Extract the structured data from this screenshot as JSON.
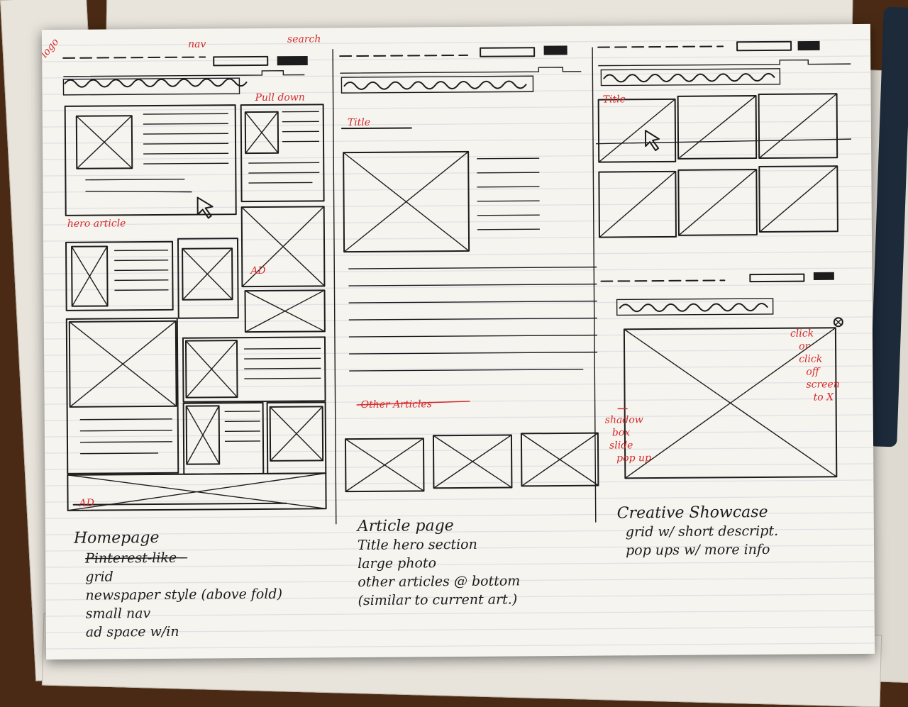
{
  "annotations": {
    "logo": "logo",
    "nav": "nav",
    "search": "search",
    "pulldown": "Pull down",
    "hero_article": "hero article",
    "ad1": "AD",
    "ad2": "AD",
    "title": "Title",
    "other_articles": "Other Articles",
    "title_showcase": "Title",
    "click_note": [
      "click",
      "or",
      "click",
      "off",
      "screen",
      "to X"
    ],
    "shadow_box": [
      "shadow",
      "box",
      "slide",
      "pop up"
    ]
  },
  "notes": {
    "homepage": {
      "title": "Homepage",
      "items": [
        "Pinterest-like",
        "grid",
        "newspaper style (above fold)",
        "small nav",
        "ad space w/in"
      ]
    },
    "article": {
      "title": "Article page",
      "items": [
        "Title hero section",
        "large photo",
        "other articles @ bottom",
        "(similar to current art.)"
      ]
    },
    "showcase": {
      "title": "Creative Showcase",
      "items": [
        "grid w/ short descript.",
        "pop ups w/ more info"
      ]
    }
  }
}
